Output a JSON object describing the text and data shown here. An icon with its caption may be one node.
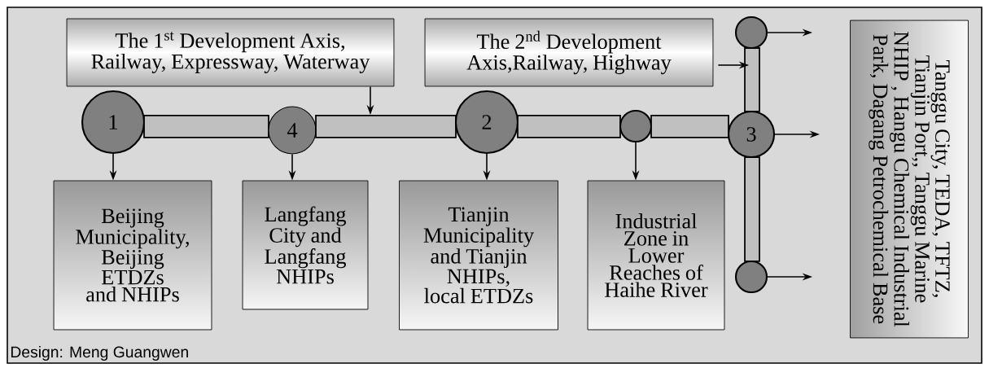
{
  "diagram": {
    "nodes": [
      {
        "text": [
          "The 1$^{st}$ Development Axis, Railway, Expressway, Waterway"
        ]
      },
      {
        "text": [
          "The 2$^{nd}$ Development Axis,Railway, Highway"
        ]
      },
      {
        "text": [],
        "shape": "circle"
      },
      {
        "text": [],
        "shape": "bar"
      },
      {
        "text": [
          "1"
        ]
      },
      {
        "text": [],
        "shape": "bar"
      },
      {
        "text": [
          "4"
        ]
      },
      {
        "text": [],
        "shape": "bar"
      },
      {
        "text": [
          "2"
        ]
      },
      {
        "text": [],
        "shape": "bar"
      },
      {
        "text": [],
        "shape": "circle"
      },
      {
        "text": [],
        "shape": "bar"
      },
      {
        "text": [
          "3"
        ]
      },
      {
        "text": [],
        "shape": "bar"
      },
      {
        "text": [],
        "shape": "circle"
      },
      {
        "text": [
          "Beijing Municipality, Beijing ETDZs and NHIPs"
        ]
      },
      {
        "text": [
          "Langfang City and Langfang NHIPs"
        ]
      },
      {
        "text": [
          "Tianjin Municipality and Tianjin NHIPs, local ETDZs"
        ]
      },
      {
        "text": [
          "Industrial Zone in Lower Reaches of Haihe River"
        ]
      },
      {
        "text": [
          "Tanggu City, TEDA, TFTZ, Tianjin Port,, Tanggu Marine NHIP , Hangu Chemical Industrial Park, Dagang Petrochemical Base"
        ]
      }
    ],
    "edges": [
      {
        "from": 0,
        "to": 7,
        "arrow": "to"
      },
      {
        "from": 1,
        "to": 3,
        "arrow": "to"
      },
      {
        "from": 4,
        "to": 15,
        "arrow": "to"
      },
      {
        "from": 6,
        "to": 16,
        "arrow": "to"
      },
      {
        "from": 8,
        "to": 17,
        "arrow": "to"
      },
      {
        "from": 10,
        "to": 18,
        "arrow": "to"
      },
      {
        "from": 2,
        "to": null,
        "arrow": "to"
      },
      {
        "from": 12,
        "to": null,
        "arrow": "to"
      },
      {
        "from": 14,
        "to": null,
        "arrow": "to"
      }
    ],
    "labels": [
      "Design: Meng Guangwen"
    ]
  }
}
